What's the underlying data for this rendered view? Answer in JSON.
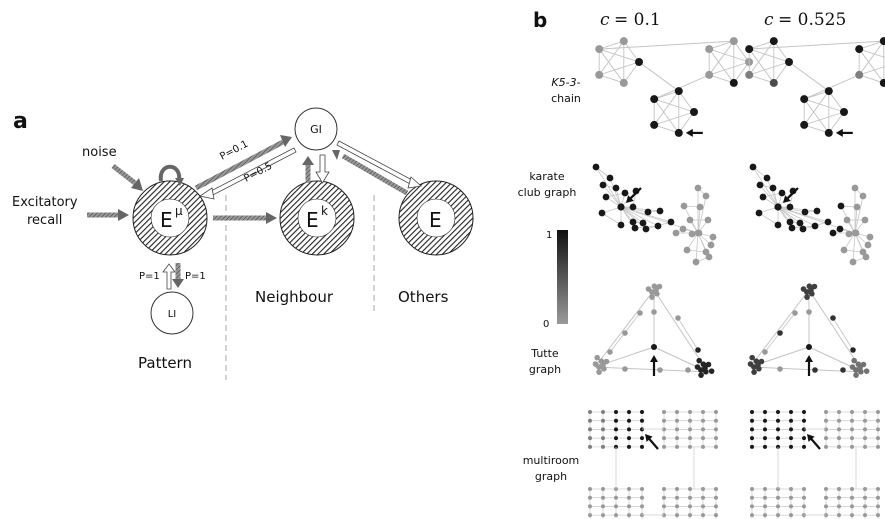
{
  "panel_a": {
    "label": "a",
    "nodes": {
      "pattern": "E",
      "pattern_sup": "μ",
      "neighbour": "E",
      "neighbour_sup": "k",
      "others": "E",
      "global_inhibition": "GI",
      "local_inhibition": "LI"
    },
    "inputs": {
      "noise": "noise",
      "excitatory_line1": "Excitatory",
      "excitatory_line2": "recall"
    },
    "probabilities": {
      "to_gi": "P=0.1",
      "from_gi": "P=0.5",
      "from_li": "P=1",
      "to_li": "P=1"
    },
    "group_labels": {
      "pattern": "Pattern",
      "neighbour": "Neighbour",
      "others": "Others"
    },
    "colors": {
      "hatch": "#2a2a2a",
      "arrow_fill": "#777777",
      "stroke": "#333333"
    }
  },
  "panel_b": {
    "label": "b",
    "columns": [
      {
        "var": "c",
        "eq": "= 0.1"
      },
      {
        "var": "c",
        "eq": "= 0.525"
      }
    ],
    "rows": [
      {
        "line1": "K5-3-",
        "line2": "chain"
      },
      {
        "line1": "karate",
        "line2": "club graph"
      },
      {
        "line1": "Tutte",
        "line2": "graph"
      },
      {
        "line1": "multiroom",
        "line2": "graph"
      }
    ],
    "colorbar": {
      "max_label": "1",
      "min_label": "0",
      "max_color": "#111111",
      "min_color": "#999999"
    },
    "k5_activation": {
      "c_0_1": [
        0,
        0,
        0,
        0,
        1,
        1,
        0,
        0,
        0,
        0,
        1,
        1,
        1,
        1,
        1
      ],
      "c_0_525": [
        0.6,
        0.2,
        1,
        1,
        1,
        1,
        0.2,
        1,
        1,
        0.8,
        1,
        1,
        1,
        1,
        1
      ]
    }
  }
}
